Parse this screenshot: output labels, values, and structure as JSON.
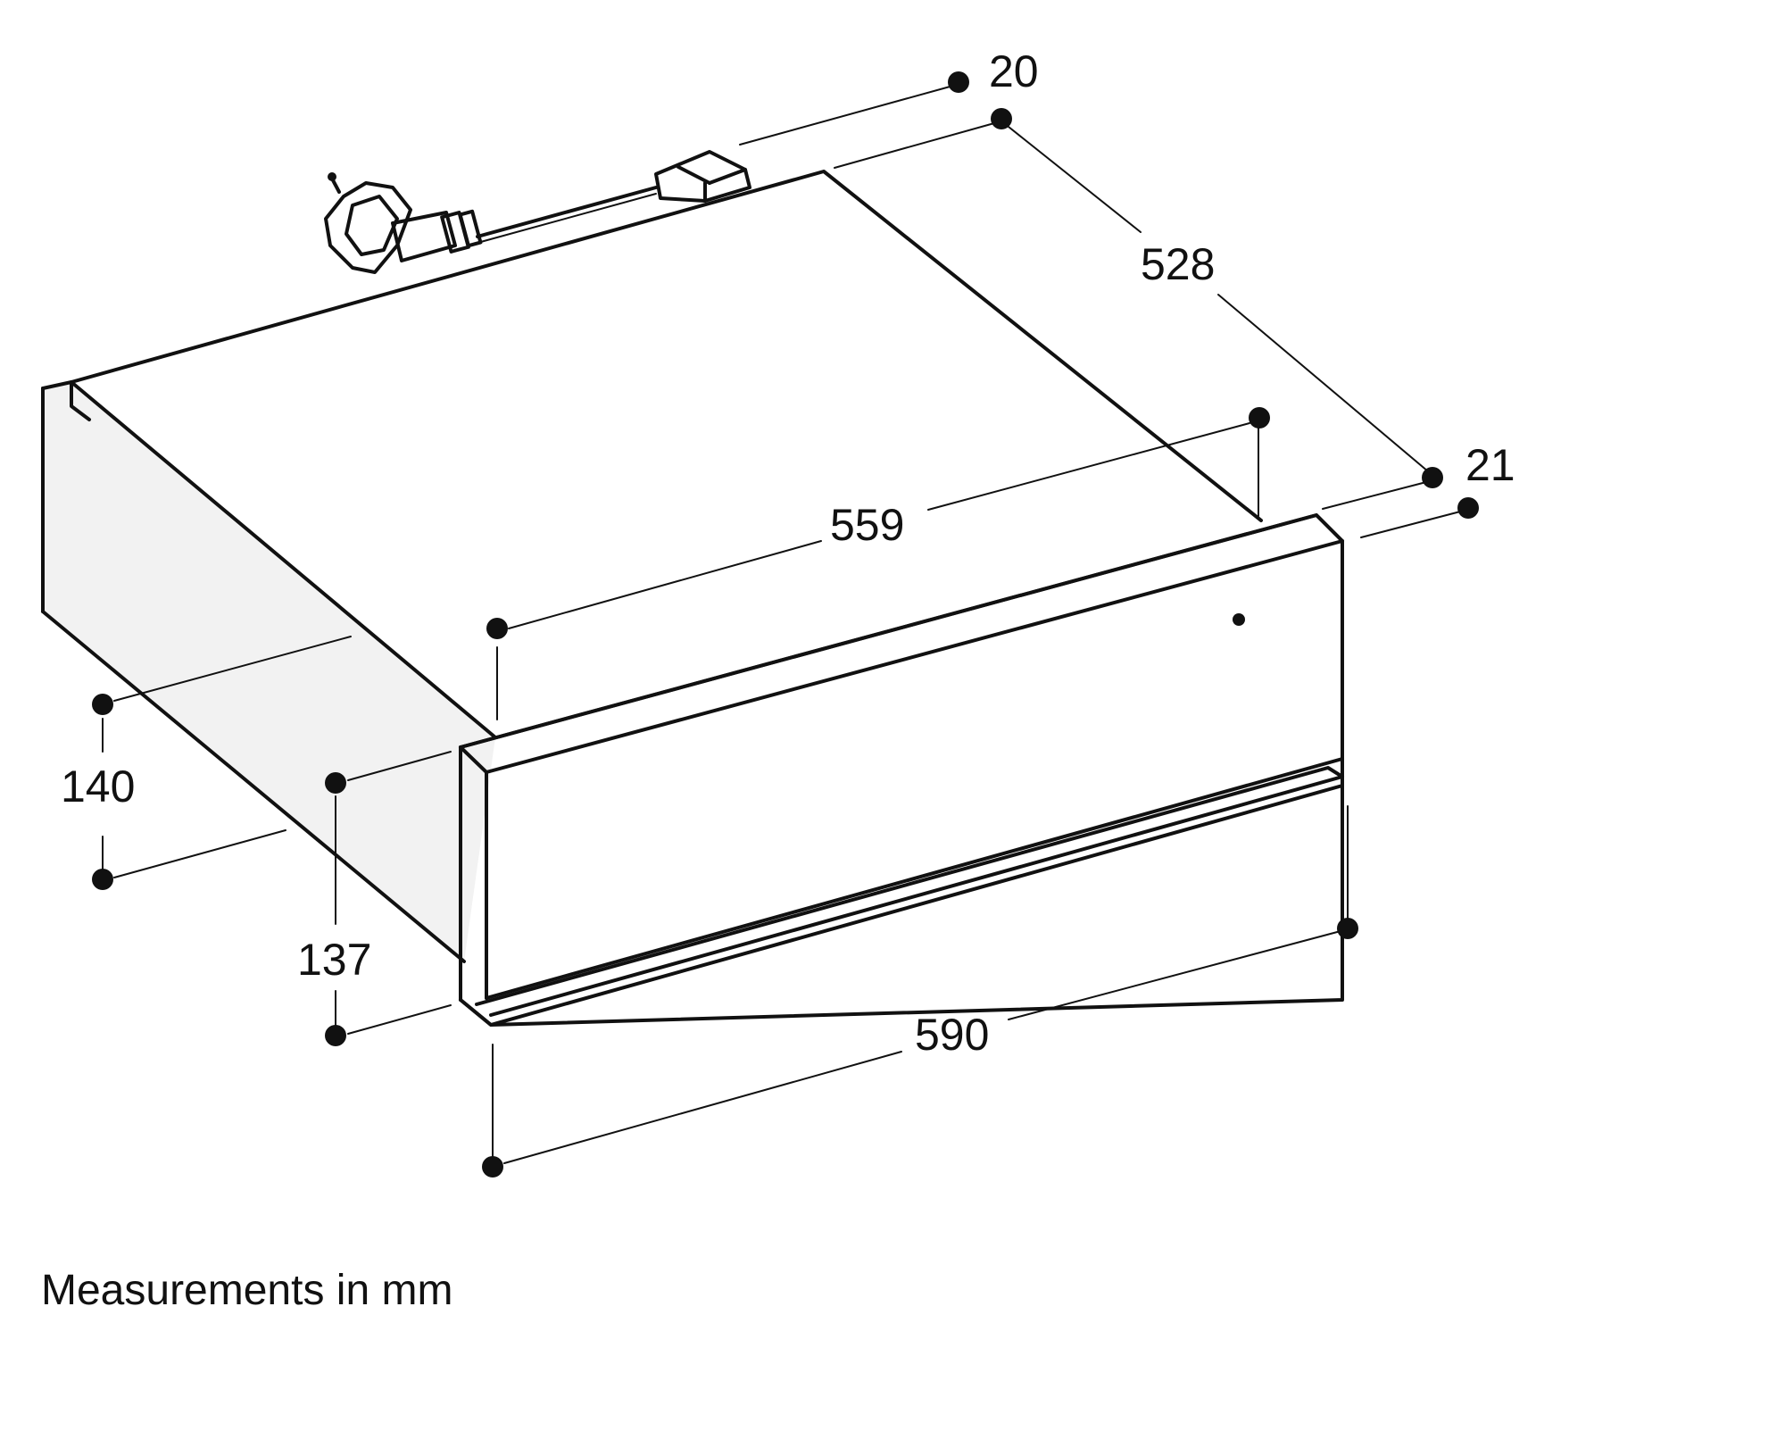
{
  "dimensions": {
    "dim_20": "20",
    "dim_528": "528",
    "dim_21": "21",
    "dim_559": "559",
    "dim_140": "140",
    "dim_137": "137",
    "dim_590": "590"
  },
  "caption": "Measurements in mm",
  "colors": {
    "line": "#111111",
    "side_fill": "#f2f2f2",
    "background": "#ffffff"
  }
}
